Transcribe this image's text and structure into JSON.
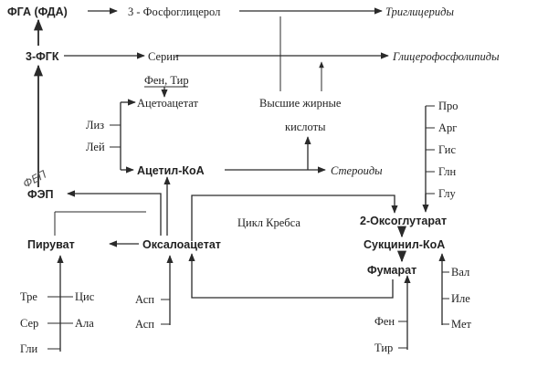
{
  "nodes": {
    "fga": "ФГА (ФДА)",
    "phosphoglycerol": "3 - Фосфоглицерол",
    "triglycerides": "Триглицериды",
    "fgk3": "3-ФГК",
    "serine": "Серин",
    "glycerophospholipids": "Глицерофосфолипиды",
    "phen_tyr": "Фен, Тир",
    "acetoacetate": "Ацетоацетат",
    "higher_fa_1": "Высшие жирные",
    "higher_fa_2": "кислоты",
    "lys": "Лиз",
    "leu": "Лей",
    "acetyl_coa": "Ацетил-КоА",
    "steroids": "Стероиды",
    "fei": "ФЭП",
    "krebs": "Цикл Кребса",
    "oxoglutarate": "2-Оксоглутарат",
    "pyruvate": "Пируват",
    "oxaloacetate": "Оксалоацетат",
    "succinyl_coa": "Сукцинил-КоА",
    "fumarate": "Фумарат",
    "pro": "Про",
    "arg": "Арг",
    "his": "Гис",
    "gln": "Глн",
    "glu": "Глу",
    "thr": "Тре",
    "cys": "Цис",
    "ser": "Сер",
    "ala": "Ала",
    "gly": "Гли",
    "asn": "Асп",
    "asp": "Асп",
    "val": "Вал",
    "ile": "Иле",
    "met": "Мет",
    "phe": "Фен",
    "tyr": "Тир"
  },
  "annotations": {
    "handwritten": "ФЕП"
  }
}
